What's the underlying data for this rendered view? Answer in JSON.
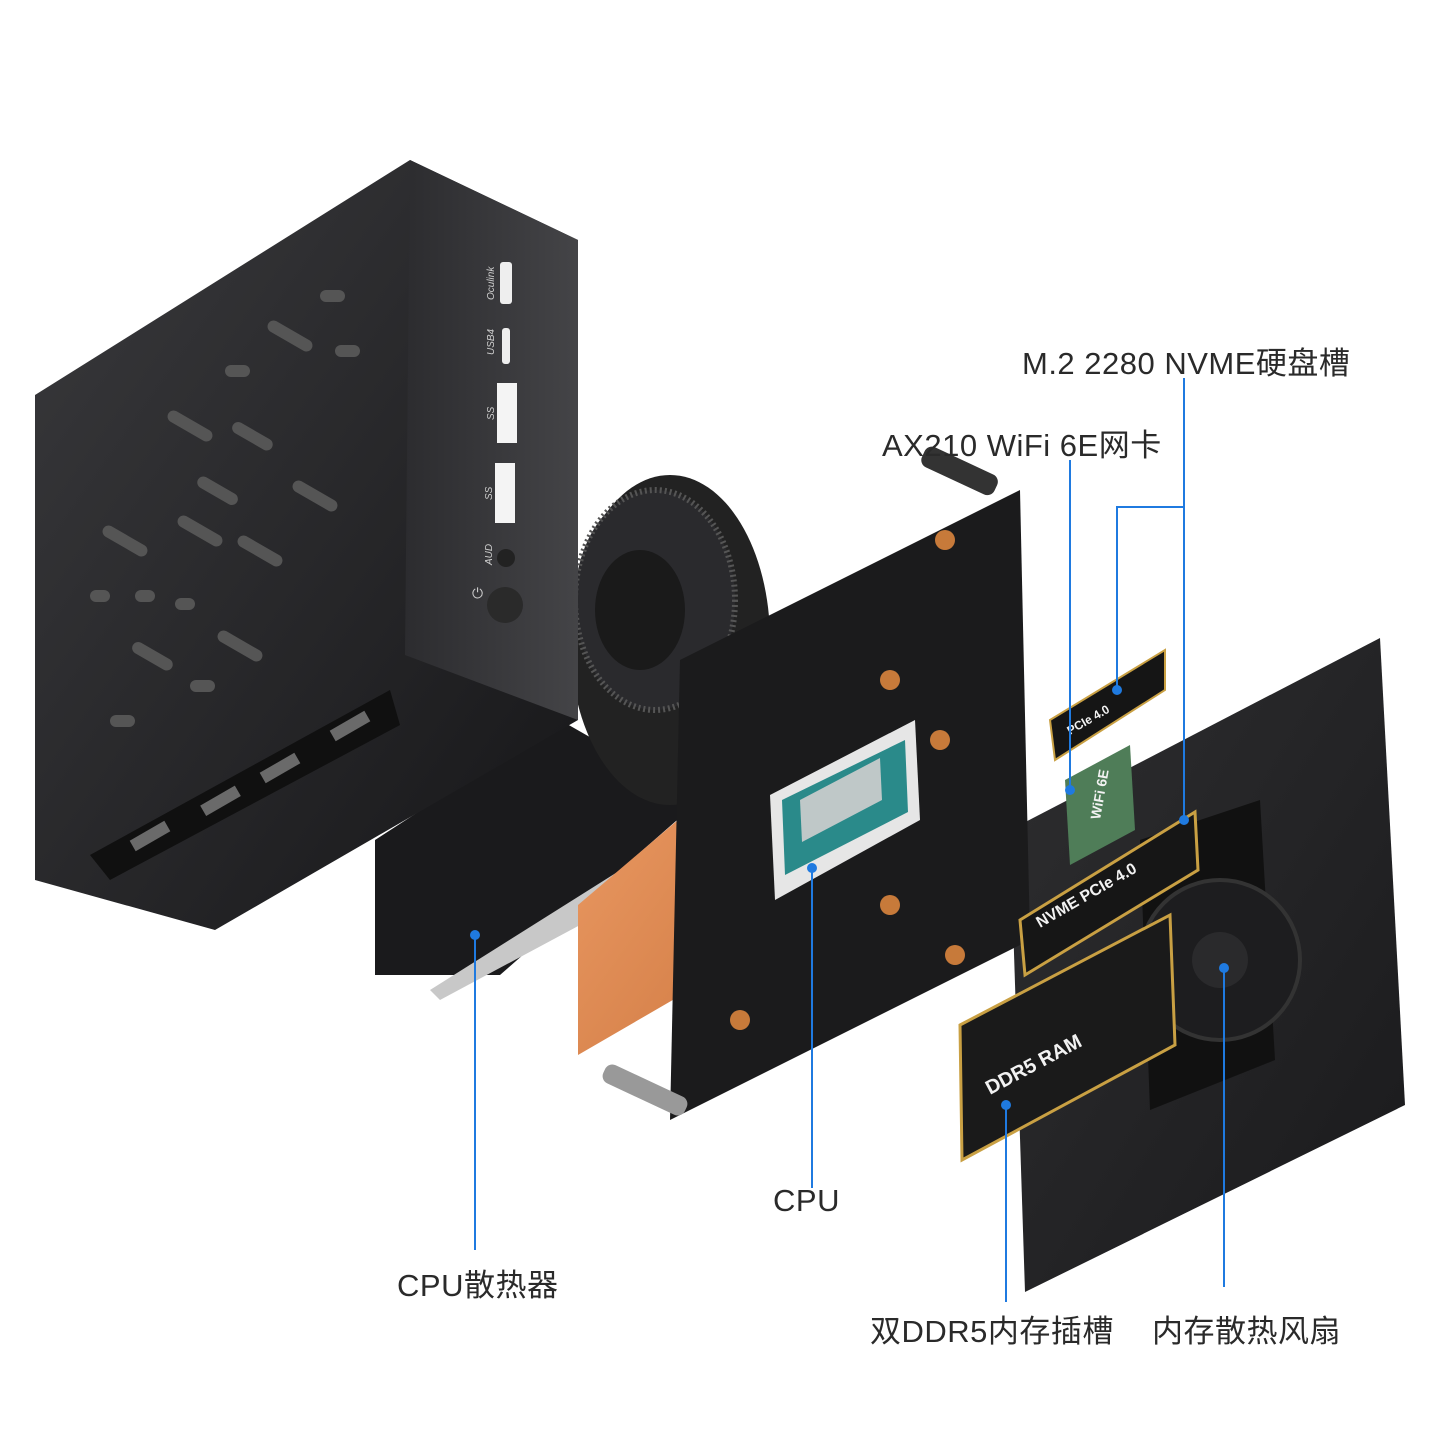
{
  "labels": {
    "nvme_slot": "M.2 2280 NVME硬盘槽",
    "wifi": "AX210 WiFi 6E网卡",
    "cpu": "CPU",
    "cooler": "CPU散热器",
    "ram_slot": "双DDR5内存插槽",
    "ram_fan": "内存散热风扇"
  },
  "ports": [
    "Oculink",
    "USB4",
    "SS",
    "SS",
    "AUD"
  ],
  "components": {
    "ssd_text": "NVME PCIe 4.0",
    "ssd_small_text": "PCIe 4.0",
    "wifi_text": "WiFi 6E",
    "ram_text": "DDR5 RAM"
  },
  "colors": {
    "accent": "#1f7ae0",
    "case": "#1c1c1e",
    "copper": "#e08a4c"
  }
}
